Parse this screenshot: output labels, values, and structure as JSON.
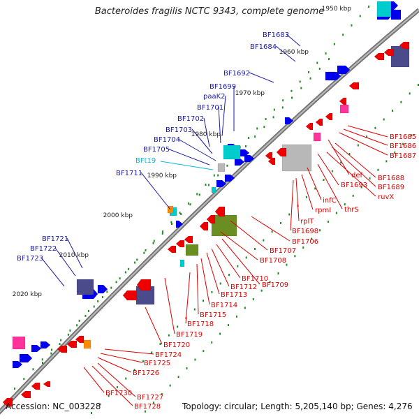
{
  "title": "Bacteroides fragilis NCTC 9343, complete genome",
  "footer": {
    "accession": "Accession: NC_003228",
    "topology": "Topology: circular; Length: 5,205,140 bp; Genes: 4,276"
  },
  "colors": {
    "backbone": "#777777",
    "forward_gene": "#0000ee",
    "reverse_gene": "#ee0000",
    "cds_cyan": "#00cccc",
    "pseudo_grey": "#b8b8b8",
    "rna_pink": "#ff3399",
    "operon_navy": "#4b4b8c",
    "olive": "#6b8e23",
    "orange": "#ff8c00",
    "tick": "#228b22",
    "label_forward": "#1a1aa6",
    "label_reverse": "#dd0000",
    "label_rna": "#00bbdd"
  },
  "scale_ticks": [
    "1950 kbp",
    "1960 kbp",
    "1970 kbp",
    "1980 kbp",
    "1990 kbp",
    "2000 kbp",
    "2010 kbp",
    "2020 kbp"
  ],
  "forward_labels": [
    "BF1683",
    "BF1684",
    "BF1692",
    "BF1699",
    "paaK2",
    "BF1701",
    "BF1702",
    "BF1703",
    "BF1704",
    "BF1705",
    "BF1711",
    "BF1721",
    "BF1722",
    "BF1723"
  ],
  "rna_labels": [
    "BFt19"
  ],
  "reverse_labels": [
    "BF1685",
    "BF1686",
    "BF1687",
    "def",
    "BF1688",
    "BF1693",
    "BF1689",
    "ruvX",
    "infC",
    "thrS",
    "rpmI",
    "rplT",
    "BF1698",
    "BF1706",
    "BF1707",
    "BF1708",
    "BF1709",
    "BF1710",
    "BF1712",
    "BF1713",
    "BF1714",
    "BF1715",
    "BF1718",
    "BF1719",
    "BF1720",
    "BF1724",
    "BF1725",
    "BF1726",
    "BF1727",
    "BF1728",
    "BF1730"
  ]
}
